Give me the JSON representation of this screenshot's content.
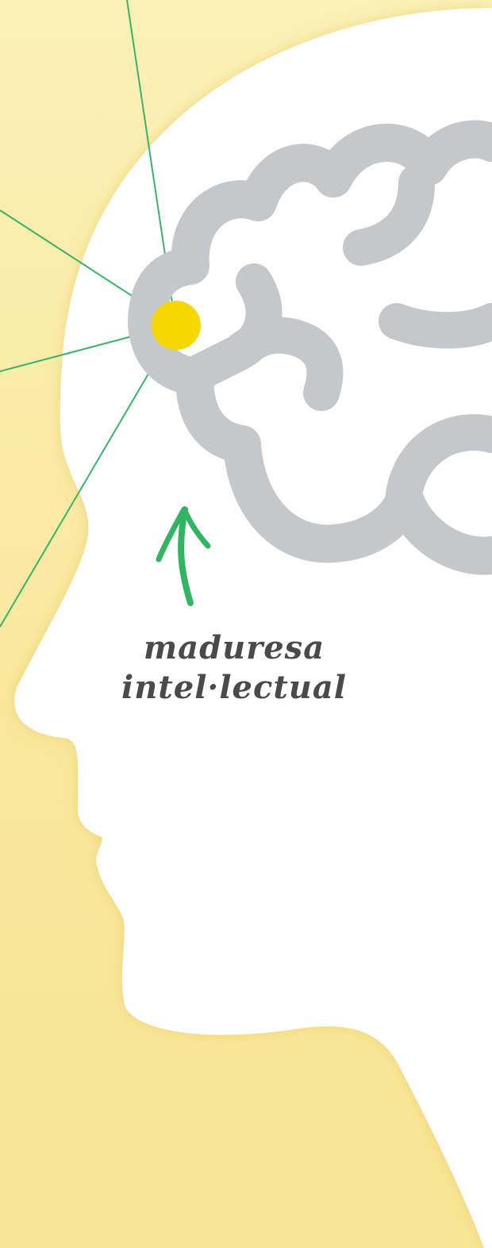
{
  "illustration": {
    "subject": "head-silhouette-with-brain",
    "colors": {
      "background": "#f9e79c",
      "head": "#ffffff",
      "brain": "#c6c7c9",
      "highlight_dot": "#f5d800",
      "rays": "#3bb26a",
      "arrow": "#32b563",
      "caption_text": "#4a4a4a"
    }
  },
  "caption": {
    "line1": "maduresa",
    "line2": "intel·lectual"
  }
}
